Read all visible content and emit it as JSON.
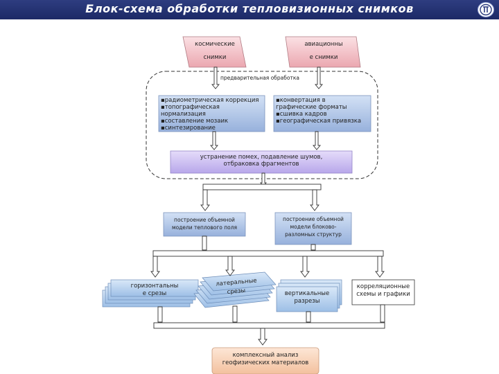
{
  "header": {
    "title": "Блок-схема обработки тепловизионных снимков"
  },
  "sources": {
    "space_line1": "космические",
    "space_line2": "снимки",
    "aerial_line1": "авиационны",
    "aerial_line2": "е снимки"
  },
  "preprocessing": {
    "label": "предварительная обработка",
    "left_items": [
      "▪радиометрическая коррекция",
      "▪топографическая",
      "нормализация",
      "▪составление мозаик",
      "▪синтезирование"
    ],
    "right_items": [
      "▪конвертация в",
      "графические форматы",
      "▪сшивка кадров",
      "▪географическая привязка"
    ]
  },
  "noise": {
    "line1": "устранение помех, подавление шумов,",
    "line2": "отбраковка фрагментов"
  },
  "models": {
    "thermal": [
      "построение объемной",
      "модели теплового поля"
    ],
    "block": [
      "построение объемной",
      "модели блоково-",
      "разломных структур"
    ]
  },
  "outputs": {
    "horizontal": [
      "горизонтальны",
      "е срезы"
    ],
    "lateral": [
      "латеральные",
      "срезы"
    ],
    "vertical": [
      "вертикальные",
      "разрезы"
    ],
    "correlation": [
      "корреляционные",
      "схемы и графики"
    ]
  },
  "final": {
    "line1": "комплексный анализ",
    "line2": "геофизических материалов"
  },
  "colors": {
    "header": "#1c2966",
    "pink": "#f2b9c0",
    "blue": "#9db6df",
    "purple": "#c6b8ee",
    "orange": "#f6cfb2",
    "stack": "#a8c7ea"
  }
}
